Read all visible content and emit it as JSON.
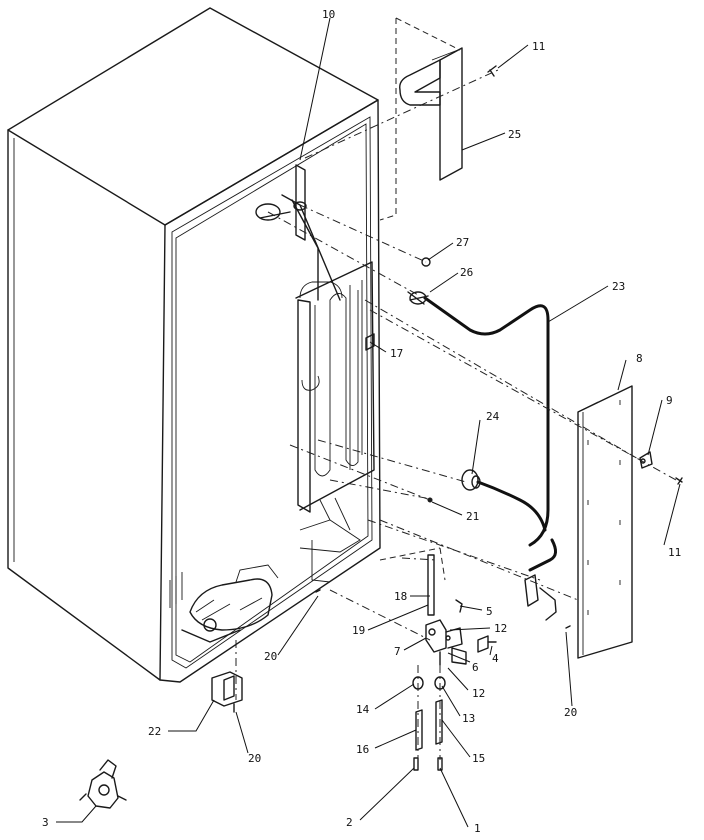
{
  "diagram": {
    "callouts": [
      {
        "id": "c1",
        "text": "1"
      },
      {
        "id": "c2",
        "text": "2"
      },
      {
        "id": "c3",
        "text": "3"
      },
      {
        "id": "c4",
        "text": "4"
      },
      {
        "id": "c5",
        "text": "5"
      },
      {
        "id": "c6",
        "text": "6"
      },
      {
        "id": "c7",
        "text": "7"
      },
      {
        "id": "c8",
        "text": "8"
      },
      {
        "id": "c9",
        "text": "9"
      },
      {
        "id": "c10",
        "text": "10"
      },
      {
        "id": "c11a",
        "text": "11"
      },
      {
        "id": "c11b",
        "text": "11"
      },
      {
        "id": "c12a",
        "text": "12"
      },
      {
        "id": "c12b",
        "text": "12"
      },
      {
        "id": "c13",
        "text": "13"
      },
      {
        "id": "c14",
        "text": "14"
      },
      {
        "id": "c15",
        "text": "15"
      },
      {
        "id": "c16",
        "text": "16"
      },
      {
        "id": "c17",
        "text": "17"
      },
      {
        "id": "c18",
        "text": "18"
      },
      {
        "id": "c19",
        "text": "19"
      },
      {
        "id": "c20a",
        "text": "20"
      },
      {
        "id": "c20b",
        "text": "20"
      },
      {
        "id": "c20c",
        "text": "20"
      },
      {
        "id": "c21",
        "text": "21"
      },
      {
        "id": "c22",
        "text": "22"
      },
      {
        "id": "c23",
        "text": "23"
      },
      {
        "id": "c24",
        "text": "24"
      },
      {
        "id": "c25",
        "text": "25"
      },
      {
        "id": "c26",
        "text": "26"
      },
      {
        "id": "c27",
        "text": "27"
      }
    ]
  }
}
